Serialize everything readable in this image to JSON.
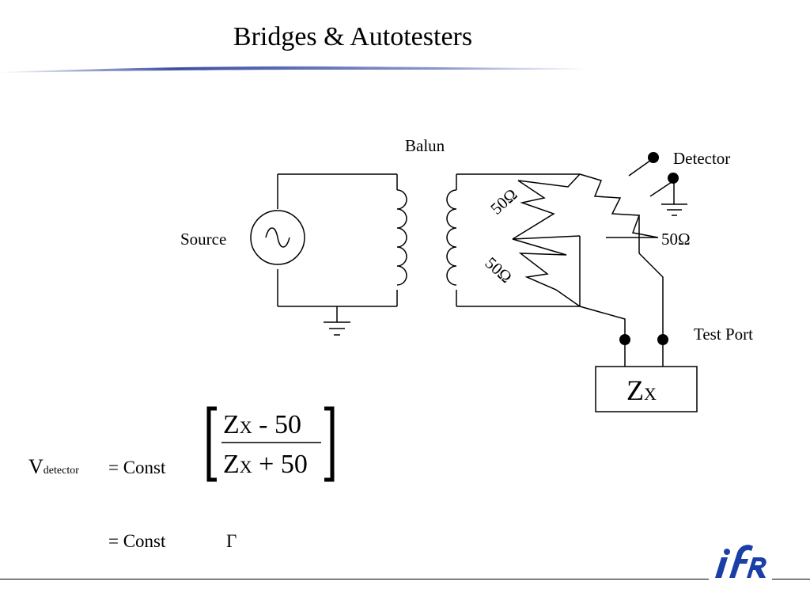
{
  "slide": {
    "title": "Bridges & Autotesters"
  },
  "diagram": {
    "balun_label": "Balun",
    "detector_label": "Detector",
    "source_label": "Source",
    "test_port_label": "Test Port",
    "resistor_upper": "50Ω",
    "resistor_lower": "50Ω",
    "resistor_right": "50Ω",
    "dut_label_main": "Z",
    "dut_label_sub": "X"
  },
  "equations": {
    "v_main": "V",
    "v_sub": "detector",
    "eq1_const": "= Const",
    "num_z": "Z",
    "num_sub": "X",
    "num_rest": " - 50",
    "den_z": "Z",
    "den_sub": "X",
    "den_rest": " + 50",
    "eq2_const": "= Const",
    "gamma": "Γ"
  },
  "colors": {
    "logo_blue": "#1a3fa6",
    "title_rule": "#3b4fa3"
  },
  "logo": {
    "icon": "ifr-logo-icon"
  }
}
